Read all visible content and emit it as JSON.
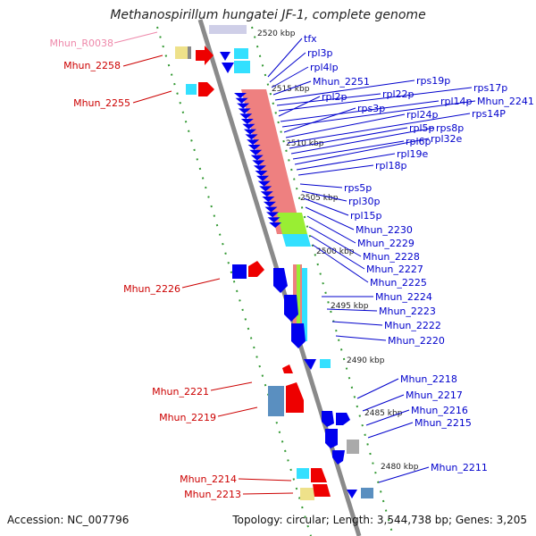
{
  "title": "Methanospirillum hungatei JF-1, complete genome",
  "accession": "Accession: NC_007796",
  "topology": "Topology: circular; Length: 3,544,738 bp; Genes: 3,205",
  "colors": {
    "left_label": "#cc0000",
    "right_label": "#0000cc",
    "pseudo_label": "#ee88aa",
    "backbone": "#8a8a8a",
    "gene_forward": "#ee0000",
    "gene_reverse": "#0000ee",
    "cyan": "#33e0ff",
    "yellow": "#eee18a",
    "steel": "#5a8fc0",
    "rrna_block": "#ee8080",
    "green": "#99ee33"
  },
  "ticks": [
    "2520 kbp",
    "2515 kbp",
    "2510 kbp",
    "2505 kbp",
    "2500 kbp",
    "2495 kbp",
    "2490 kbp",
    "2485 kbp",
    "2480 kbp"
  ],
  "left_labels": [
    "Mhun_R0038",
    "Mhun_2258",
    "Mhun_2255",
    "Mhun_2226",
    "Mhun_2221",
    "Mhun_2219",
    "Mhun_2214",
    "Mhun_2213"
  ],
  "right_labels": [
    "tfx",
    "rpl3p",
    "rpl4lp",
    "Mhun_2251",
    "rps19p",
    "rpl22p",
    "rps17p",
    "rpl2p",
    "rpl14p",
    "Mhun_2241",
    "rps3p",
    "rpl24p",
    "rps14P",
    "rpl5p",
    "rps8p",
    "rpl6p",
    "rpl32e",
    "rpl19e",
    "rpl18p",
    "rps5p",
    "rpl30p",
    "rpl15p",
    "Mhun_2230",
    "Mhun_2229",
    "Mhun_2228",
    "Mhun_2227",
    "Mhun_2225",
    "Mhun_2224",
    "Mhun_2223",
    "Mhun_2222",
    "Mhun_2220",
    "Mhun_2218",
    "Mhun_2217",
    "Mhun_2216",
    "Mhun_2215",
    "Mhun_2211"
  ]
}
